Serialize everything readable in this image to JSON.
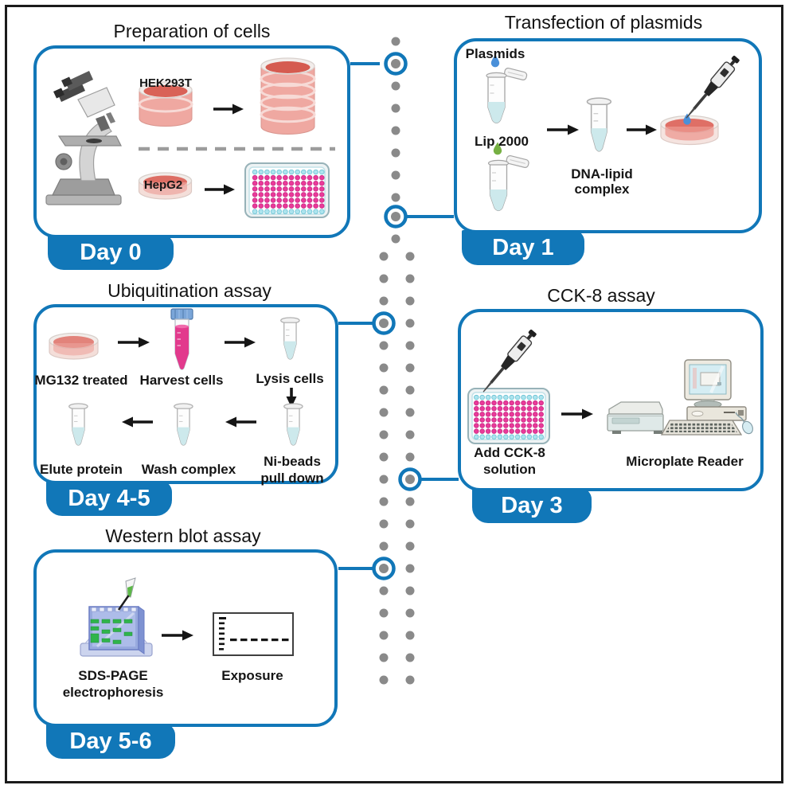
{
  "colors": {
    "accent": "#1177b8",
    "timeline_dot": "#8a8a8a",
    "frame": "#1b1b1b",
    "well_pink": "#ea3a99",
    "well_cyan": "#ade4ee"
  },
  "icons": [
    "microscope-icon",
    "dish-stack-icon",
    "petri-dish-icon",
    "well-plate-icon",
    "microtube-icon",
    "open-microtube-icon",
    "falcon-tube-icon",
    "pipette-icon",
    "droplet-icon",
    "arrow-icon",
    "microplate-reader-icon",
    "desktop-computer-icon",
    "gel-electrophoresis-icon",
    "exposure-film-icon",
    "timeline-dots",
    "connector-ring"
  ],
  "panels": {
    "prep": {
      "title": "Preparation of cells",
      "day": "Day 0",
      "labels": {
        "cell_line_top": "HEK293T",
        "cell_line_bottom": "HepG2"
      }
    },
    "transfection": {
      "title": "Transfection of plasmids",
      "day": "Day 1",
      "labels": {
        "plasmids": "Plasmids",
        "lip": "Lip 2000",
        "complex_line1": "DNA-lipid",
        "complex_line2": "complex"
      }
    },
    "ubiquitination": {
      "title": "Ubiquitination assay",
      "day": "Day 4-5",
      "labels": {
        "mg132": "MG132 treated",
        "harvest": "Harvest cells",
        "lysis": "Lysis cells",
        "nibeads_line1": "Ni-beads",
        "nibeads_line2": "pull down",
        "wash": "Wash complex",
        "elute": "Elute protein"
      }
    },
    "cck8": {
      "title": "CCK-8 assay",
      "day": "Day 3",
      "labels": {
        "add_line1": "Add CCK-8",
        "add_line2": "solution",
        "reader": "Microplate Reader"
      }
    },
    "western": {
      "title": "Western blot assay",
      "day": "Day 5-6",
      "labels": {
        "sds_line1": "SDS-PAGE",
        "sds_line2": "electrophoresis",
        "exposure": "Exposure"
      }
    }
  }
}
